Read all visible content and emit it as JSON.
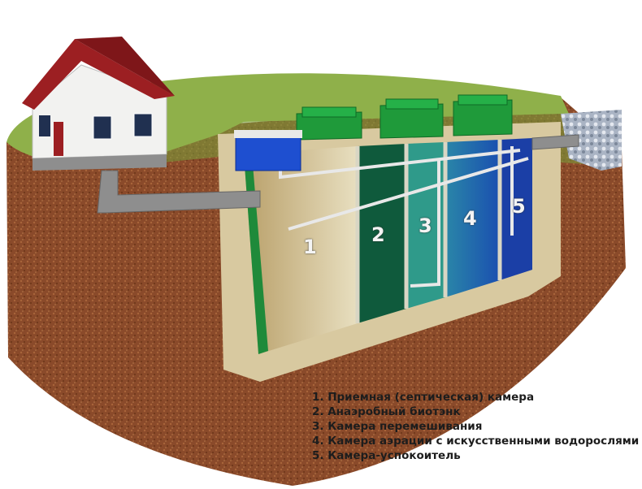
{
  "chambers": [
    {
      "number": "1",
      "color": "#c9b27a"
    },
    {
      "number": "2",
      "color": "#0f5a3c"
    },
    {
      "number": "3",
      "color": "#2f9a8a"
    },
    {
      "number": "4",
      "color": "#1f6fa8"
    },
    {
      "number": "5",
      "color": "#1b3fa6"
    }
  ],
  "legend": [
    "1. Приемная (септическая) камера",
    "2. Анаэробный биотэнк",
    "3. Камера перемешивания",
    "4. Камера аэрации с искусственными водорослями",
    "5. Камера-успокоитель"
  ],
  "colors": {
    "soil": "#8a4a2a",
    "grass": "#8fb04a",
    "concrete": "#d8c9a0",
    "lid": "#1f9a3a",
    "roof": "#9c1f22"
  }
}
